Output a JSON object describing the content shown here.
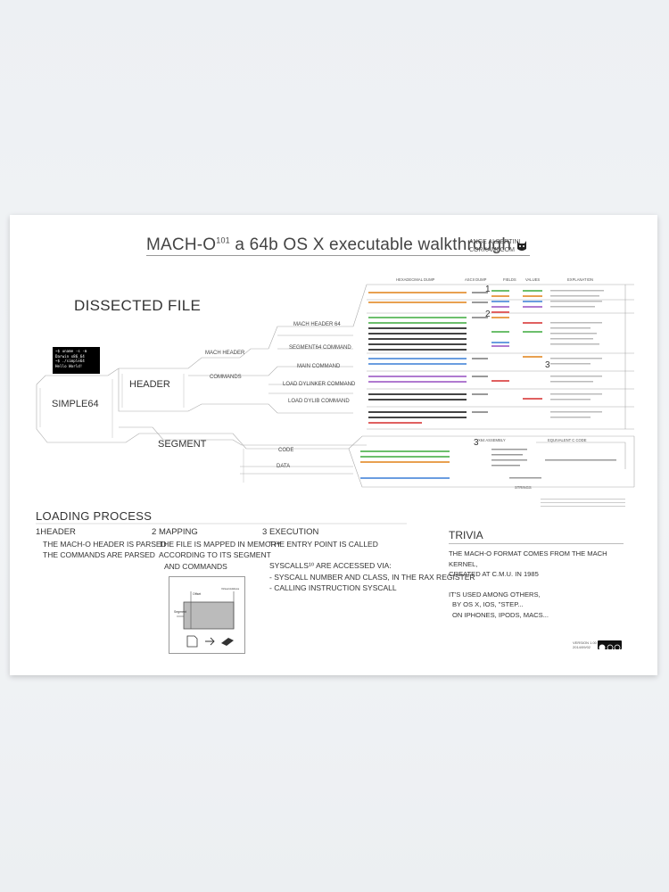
{
  "poster": {
    "title_main": "MACH-O",
    "title_sup": "101",
    "title_rest": " a 64b OS X executable walkthrough",
    "author_line1": "ANGE ALBERTINI",
    "author_line2": "CORKAMI.COM",
    "dissected_heading": "DISSECTED FILE",
    "terminal_lines": [
      "~$ uname -s -m",
      "Darwin x86_64",
      "~$ ./simple64",
      "Hello World!"
    ],
    "labels": {
      "simple64": "SIMPLE64",
      "header": "HEADER",
      "segment": "SEGMENT",
      "mach_header": "MACH HEADER",
      "commands": "COMMANDS",
      "mach_header_64": "MACH HEADER 64",
      "segment64_command": "SEGMENT64 COMMAND",
      "main_command": "MAIN COMMAND",
      "load_dylinker_command": "LOAD DYLINKER COMMAND",
      "load_dylib_command": "LOAD DYLIB COMMAND",
      "code": "CODE",
      "data": "DATA",
      "hexdump": "HEXADECIMAL DUMP",
      "ascii_dump": "ASCII DUMP",
      "fields": "FIELDS",
      "values": "VALUES",
      "explanation": "EXPLANATION",
      "x86_assembly": "X64 ASSEMBLY",
      "equivalent_c_code": "EQUIVALENT C CODE",
      "strings": "STRINGS"
    },
    "numbers": [
      "1",
      "2",
      "3",
      "3"
    ],
    "loading": {
      "heading": "LOADING PROCESS",
      "steps": [
        {
          "num": "1",
          "title": "HEADER",
          "lines": [
            "THE MACH-O HEADER IS PARSED",
            "THE COMMANDS ARE PARSED"
          ]
        },
        {
          "num": "2",
          "title": "MAPPING",
          "lines": [
            "THE FILE IS MAPPED IN MEMORY",
            "ACCORDING TO ITS SEGMENT",
            "AND COMMANDS"
          ]
        },
        {
          "num": "3",
          "title": "EXECUTION",
          "lines": [
            "THE ENTRY POINT IS CALLED",
            "",
            "SYSCALLS¹⁰ ARE ACCESSED VIA:",
            "- SYSCALL NUMBER AND CLASS, IN THE RAX REGISTER",
            "- CALLING INSTRUCTION SYSCALL"
          ]
        }
      ],
      "mapping_labels": {
        "offset": "Offset",
        "segment": "Segment",
        "vmaddr": "Virtual Address"
      }
    },
    "trivia": {
      "heading": "TRIVIA",
      "lines": [
        "THE MACH-O FORMAT COMES FROM THE MACH KERNEL,",
        "CREATED AT C.M.U. IN 1985",
        "",
        "IT'S USED AMONG OTHERS,",
        "BY OS X, IOS, \"STEP...",
        "ON IPHONES, IPODS, MACS..."
      ]
    },
    "version_line1": "VERSION 1.00",
    "version_line2": "2014/09/02"
  },
  "colors": {
    "wall": "#eef1f4",
    "poster": "#ffffff",
    "ink": "#333333",
    "hex_orange": "#e8a050",
    "hex_green": "#6cbf6c",
    "hex_blue": "#6a9de0",
    "hex_purple": "#b07ad0",
    "hex_red": "#e06060"
  }
}
